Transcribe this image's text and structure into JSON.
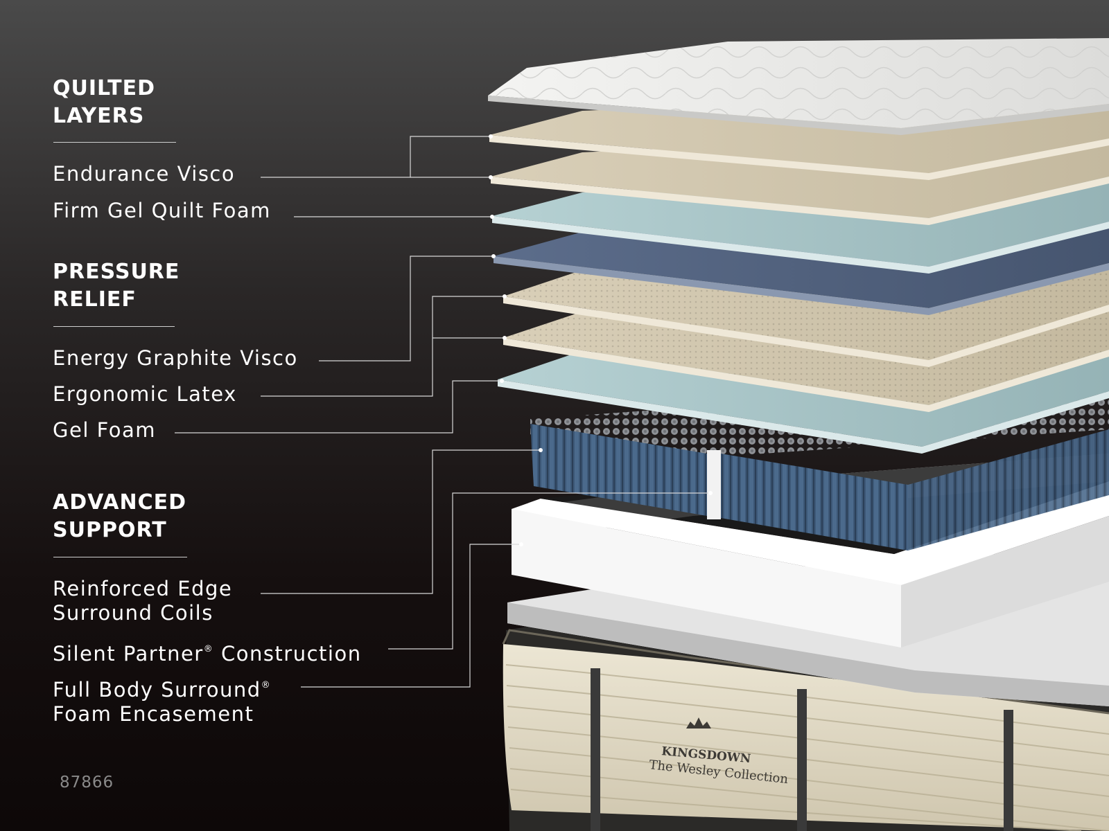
{
  "sections": [
    {
      "heading_line1": "QUILTED",
      "heading_line2": "LAYERS",
      "items": [
        {
          "label": "Endurance Visco"
        },
        {
          "label": "Firm Gel Quilt Foam"
        }
      ]
    },
    {
      "heading_line1": "PRESSURE",
      "heading_line2": "RELIEF",
      "items": [
        {
          "label": "Energy Graphite Visco"
        },
        {
          "label": "Ergonomic Latex"
        },
        {
          "label": "Gel Foam"
        }
      ]
    },
    {
      "heading_line1": "ADVANCED",
      "heading_line2": "SUPPORT",
      "items": [
        {
          "line1": "Reinforced Edge",
          "line2": "Surround Coils"
        },
        {
          "label": "Silent Partner",
          "mark": "®",
          "suffix": " Construction"
        },
        {
          "line1": "Full Body Surround",
          "mark": "®",
          "line2": "Foam Encasement"
        }
      ]
    }
  ],
  "product_code": "87866",
  "brand": {
    "name": "KINGSDOWN",
    "collection": "The Wesley Collection"
  },
  "colors": {
    "text": "#ffffff",
    "leader_line": "#d8d8d8",
    "quilt": "#e9e9e7",
    "tan_foam": "#d3c8b0",
    "gel_foam": "#a7c3c6",
    "graphite_visco": "#4f5f7c",
    "coils": "#3f5a78",
    "encasement": "#f1f1f1",
    "base_fabric": "#e3dcc8"
  }
}
